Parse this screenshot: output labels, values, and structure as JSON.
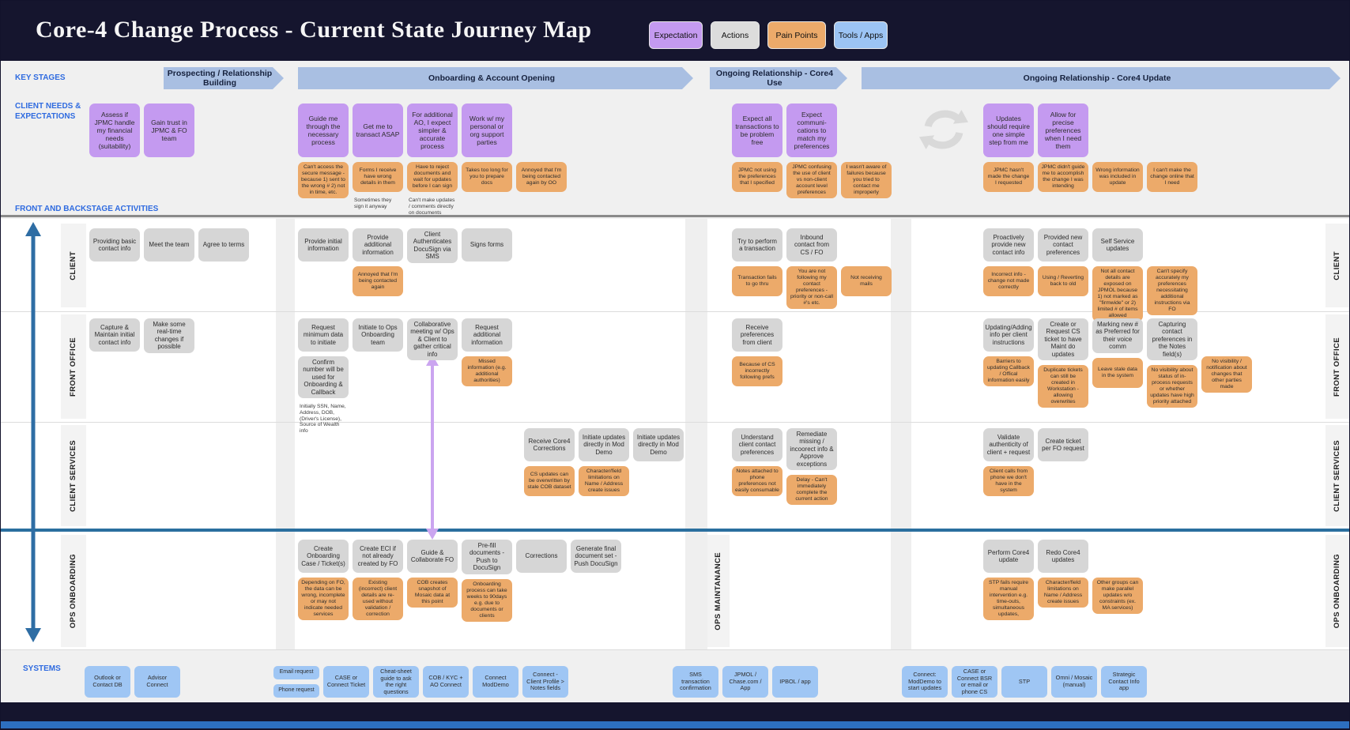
{
  "title": "Core-4 Change Process - Current State Journey Map",
  "legend": [
    {
      "label": "Expectation"
    },
    {
      "label": "Actions"
    },
    {
      "label": "Pain Points"
    },
    {
      "label": "Tools / Apps"
    }
  ],
  "labels": {
    "key_stages": "KEY STAGES",
    "client_needs": "CLIENT NEEDS & EXPECTATIONS",
    "activities": "FRONT AND BACKSTAGE ACTIVITIES",
    "systems": "SYSTEMS",
    "lane_client": "CLIENT",
    "lane_front_office": "FRONT OFFICE",
    "lane_client_services": "CLIENT SERVICES",
    "lane_ops_onboarding": "OPS ONBOARDING",
    "lane_ops_maintanance": "OPS MAINTANANCE"
  },
  "stages": [
    "Prospecting / Relationship Building",
    "Onboarding & Account Opening",
    "Ongoing Relationship - Core4 Use",
    "Ongoing Relationship - Core4 Update"
  ],
  "colors": {
    "header_bg": "#15152e",
    "expectation": "#c49af0",
    "actions": "#d6d6d6",
    "pain_points": "#ecaa6a",
    "tools_apps": "#9fc6f4",
    "stage_arrow": "#a9bfe2",
    "label_blue": "#2f6be0",
    "stage_divider_blue": "#2a6f9f",
    "footer_blue": "#2d6fc0"
  },
  "cells": {
    "needs-s1": [
      [
        {
          "t": "purple",
          "text": "Assess if JPMC handle my financial needs (suitability)"
        }
      ],
      [
        {
          "t": "purple",
          "text": "Gain trust in JPMC & FO team"
        }
      ]
    ],
    "needs-s2": [
      [
        {
          "t": "purple",
          "text": "Guide me through the necessary process"
        },
        {
          "t": "pain",
          "text": "Can't access the secure message - because 1) sent to the wrong # 2) not in time, etc."
        }
      ],
      [
        {
          "t": "purple",
          "text": "Get me to transact ASAP"
        },
        {
          "t": "pain",
          "text": "Forms I receive have wrong details in them"
        },
        {
          "t": "note",
          "text": "Sometimes they sign it anyway"
        }
      ],
      [
        {
          "t": "purple",
          "text": "For additional AO, I expect simpler & accurate process"
        },
        {
          "t": "pain",
          "text": "Have to reject documents and wait for updates before I can sign"
        },
        {
          "t": "note",
          "text": "Can't make updates / comments directly on documents"
        }
      ],
      [
        {
          "t": "purple",
          "text": "Work w/ my personal or org support parties"
        },
        {
          "t": "pain",
          "text": "Takes too long for you to prepare docs"
        }
      ],
      [
        {
          "t": "spacerP"
        },
        {
          "t": "pain",
          "text": "Annoyed that I'm being contacted again by OO"
        }
      ]
    ],
    "needs-s3": [
      [
        {
          "t": "purple",
          "text": "Expect all transactions to be problem free"
        },
        {
          "t": "pain",
          "text": "JPMC not using the preferences that I specified"
        }
      ],
      [
        {
          "t": "purple",
          "text": "Expect communi-cations to match my preferences"
        },
        {
          "t": "pain",
          "text": "JPMC confusing the use of client vs non-client account level preferences"
        }
      ],
      [
        {
          "t": "spacerP"
        },
        {
          "t": "pain",
          "text": "I wasn't aware of failures because you tried to contact me improperly"
        }
      ]
    ],
    "needs-s4": [
      [
        {
          "t": "purple",
          "text": "Updates should require one simple step from me"
        },
        {
          "t": "pain",
          "text": "JPMC hasn't made the change I requested"
        }
      ],
      [
        {
          "t": "purple",
          "text": "Allow for precise preferences when I need them"
        },
        {
          "t": "pain",
          "text": "JPMC didn't guide me to accomplish the change I was intending"
        }
      ],
      [
        {
          "t": "spacerP"
        },
        {
          "t": "pain",
          "text": "Wrong information was included in update"
        }
      ],
      [
        {
          "t": "spacerP"
        },
        {
          "t": "pain",
          "text": "I can't make the change online that I need"
        }
      ]
    ],
    "client-s1": [
      [
        {
          "t": "action",
          "text": "Providing basic contact info"
        }
      ],
      [
        {
          "t": "action",
          "text": "Meet the team"
        }
      ],
      [
        {
          "t": "action",
          "text": "Agree to terms"
        }
      ]
    ],
    "client-s2": [
      [
        {
          "t": "action",
          "text": "Provide initial information"
        }
      ],
      [
        {
          "t": "action",
          "text": "Provide additional information"
        },
        {
          "t": "pain",
          "text": "Annoyed that I'm being contacted again"
        }
      ],
      [
        {
          "t": "action",
          "text": "Client Authenticates DocuSign via SMS"
        }
      ],
      [
        {
          "t": "action",
          "text": "Signs forms"
        }
      ]
    ],
    "client-s3": [
      [
        {
          "t": "action",
          "text": "Try to perform a transaction"
        },
        {
          "t": "pain",
          "text": "Transaction fails to go thru"
        }
      ],
      [
        {
          "t": "action",
          "text": "Inbound contact from CS / FO"
        },
        {
          "t": "pain",
          "text": "You are not following my contact preferences - priority or non-call #'s etc."
        }
      ],
      [
        {
          "t": "spacerA"
        },
        {
          "t": "pain",
          "text": "Not receiving mails"
        }
      ]
    ],
    "client-s4": [
      [
        {
          "t": "action",
          "text": "Proactively provide new contact info"
        },
        {
          "t": "pain",
          "text": "Incorrect info - change not made correctly"
        }
      ],
      [
        {
          "t": "action",
          "text": "Provided new contact preferences"
        },
        {
          "t": "pain",
          "text": "Using / Reverting back to old"
        }
      ],
      [
        {
          "t": "action",
          "text": "Self Service updates"
        },
        {
          "t": "pain",
          "text": "Not all contact details are exposed on JPMOL because 1) not marked as \"firmwide\" or 2) limited # of items allowed"
        }
      ],
      [
        {
          "t": "spacerA"
        },
        {
          "t": "pain",
          "text": "Can't specify accurately my preferences necessitating additional instructions via FO"
        }
      ]
    ],
    "fo-s1": [
      [
        {
          "t": "action",
          "text": "Capture & Maintain initial contact info"
        }
      ],
      [
        {
          "t": "action",
          "text": "Make some real-time changes if possible"
        }
      ]
    ],
    "fo-s2": [
      [
        {
          "t": "action",
          "text": "Request minimum data to initiate"
        },
        {
          "t": "action",
          "text": "Confirm number will be used for Onboarding & Callback"
        },
        {
          "t": "note",
          "text": "Initially SSN, Name, Address, DOB, (Driver's License), Source of Wealth info"
        }
      ],
      [
        {
          "t": "action",
          "text": "Initiate to Ops Onboarding team"
        }
      ],
      [
        {
          "t": "action",
          "text": "Collaborative meeting w/ Ops & Client to gather critical info"
        }
      ],
      [
        {
          "t": "action",
          "text": "Request additional information"
        },
        {
          "t": "pain",
          "text": "Missed information (e.g. additional authorities)"
        }
      ]
    ],
    "fo-s3": [
      [
        {
          "t": "action",
          "text": "Receive preferences from client"
        },
        {
          "t": "pain",
          "text": "Because of CS incorrectly following prefs"
        }
      ]
    ],
    "fo-s4": [
      [
        {
          "t": "action",
          "text": "Updating/Adding info per client instructions"
        },
        {
          "t": "pain",
          "text": "Barriers to updating Callback / Offical information easily"
        }
      ],
      [
        {
          "t": "action",
          "text": "Create or Request CS ticket to have Maint do updates"
        },
        {
          "t": "pain",
          "text": "Duplicate tickets can still be created in Workstation - allowing overwrites"
        }
      ],
      [
        {
          "t": "action",
          "text": "Marking new # as Preferred for their voice comm"
        },
        {
          "t": "pain",
          "text": "Leave stale data in the system"
        }
      ],
      [
        {
          "t": "action",
          "text": "Capturing contact preferences in the Notes field(s)"
        },
        {
          "t": "pain",
          "text": "No visibility about status of in-process requests or whether updates have high priority attached"
        }
      ],
      [
        {
          "t": "spacerA"
        },
        {
          "t": "pain",
          "text": "No visibility / notification about changes that other parties made"
        }
      ]
    ],
    "cs-s2": [
      [
        {
          "t": "action",
          "text": "Receive Core4 Corrections"
        },
        {
          "t": "pain",
          "text": "CS updates can be overwritten by stale COB dataset"
        }
      ],
      [
        {
          "t": "action",
          "text": "Initiate updates directly in Mod Demo"
        },
        {
          "t": "pain",
          "text": "Character/field limitations on Name / Address create issues"
        }
      ],
      [
        {
          "t": "action",
          "text": "Initiate updates directly in Mod Demo"
        }
      ]
    ],
    "cs-s3": [
      [
        {
          "t": "action",
          "text": "Understand client contact preferences"
        },
        {
          "t": "pain",
          "text": "Notes attached to phone preferences not easily consumable"
        }
      ],
      [
        {
          "t": "action",
          "text": "Remediate missing / incoorect info & Approve exceptions"
        },
        {
          "t": "pain",
          "text": "Delay - Can't immediately complete the current action"
        }
      ]
    ],
    "cs-s4": [
      [
        {
          "t": "action",
          "text": "Validate authenticity of client + request"
        },
        {
          "t": "pain",
          "text": "Client calls from phone we don't have in the system"
        }
      ],
      [
        {
          "t": "action",
          "text": "Create ticket per FO request"
        }
      ]
    ],
    "ops-s2": [
      [
        {
          "t": "action",
          "text": "Create Onboarding Case / Ticket(s)"
        },
        {
          "t": "pain",
          "text": "Depending on FO, the data can be wrong, incomplete or may not indicate needed services"
        }
      ],
      [
        {
          "t": "action",
          "text": "Create ECI if not already created by FO"
        },
        {
          "t": "pain",
          "text": "Existing (incorrect) client details are re-used without validation / correction"
        }
      ],
      [
        {
          "t": "action",
          "text": "Guide & Collaborate FO"
        },
        {
          "t": "pain",
          "text": "COB creates snapshot of Mosaic data at this point"
        }
      ],
      [
        {
          "t": "action",
          "text": "Pre-fill documents - Push to DocuSign"
        },
        {
          "t": "pain",
          "text": "Onboarding process can take weeks to 90days e.g. due to documents or clients"
        }
      ],
      [
        {
          "t": "action",
          "text": "Corrections"
        }
      ],
      [
        {
          "t": "action",
          "text": "Generate final document set - Push DocuSign"
        }
      ]
    ],
    "ops-s4": [
      [
        {
          "t": "action",
          "text": "Perform Core4 update"
        },
        {
          "t": "pain",
          "text": "STP fails require manual intervention e.g. time-outs, simultaneous updates,"
        }
      ],
      [
        {
          "t": "action",
          "text": "Redo Core4 updates"
        },
        {
          "t": "pain",
          "text": "Character/field limitations on Name / Address create issues"
        }
      ],
      [
        {
          "t": "spacerA"
        },
        {
          "t": "pain",
          "text": "Other groups can make parallel updates w/o constraints (ex. MA services)"
        }
      ]
    ],
    "sys-s1": [
      [
        {
          "t": "tool",
          "text": "Outlook or Contact DB"
        }
      ],
      [
        {
          "t": "tool",
          "text": "Advisor Connect"
        }
      ]
    ],
    "sys-s2": [
      [
        {
          "t": "toolS",
          "text": "Email request"
        },
        {
          "t": "toolS",
          "text": "Phone request"
        }
      ],
      [
        {
          "t": "tool",
          "text": "CASE or Connect Ticket"
        }
      ],
      [
        {
          "t": "tool",
          "text": "Cheat-sheet guide to ask the right questions"
        }
      ],
      [
        {
          "t": "tool",
          "text": "COB / KYC + AO Connect"
        }
      ],
      [
        {
          "t": "tool",
          "text": "Connect ModDemo"
        }
      ],
      [
        {
          "t": "tool",
          "text": "Connect - Client Profile > Notes fields"
        }
      ]
    ],
    "sys-s3": [
      [
        {
          "t": "tool",
          "text": "SMS transaction confirmation"
        }
      ],
      [
        {
          "t": "tool",
          "text": "JPMOL / Chase.com / App"
        }
      ],
      [
        {
          "t": "tool",
          "text": "IPBOL / app"
        }
      ]
    ],
    "sys-s4": [
      [
        {
          "t": "tool",
          "text": "Connect: ModDemo to start updates"
        }
      ],
      [
        {
          "t": "tool",
          "text": "CASE or Connect BSR or email or phone CS"
        }
      ],
      [
        {
          "t": "tool",
          "text": "STP"
        }
      ],
      [
        {
          "t": "tool",
          "text": "Omni / Mosaic (manual)"
        }
      ],
      [
        {
          "t": "tool",
          "text": "Strategic Contact Info app"
        }
      ]
    ]
  }
}
